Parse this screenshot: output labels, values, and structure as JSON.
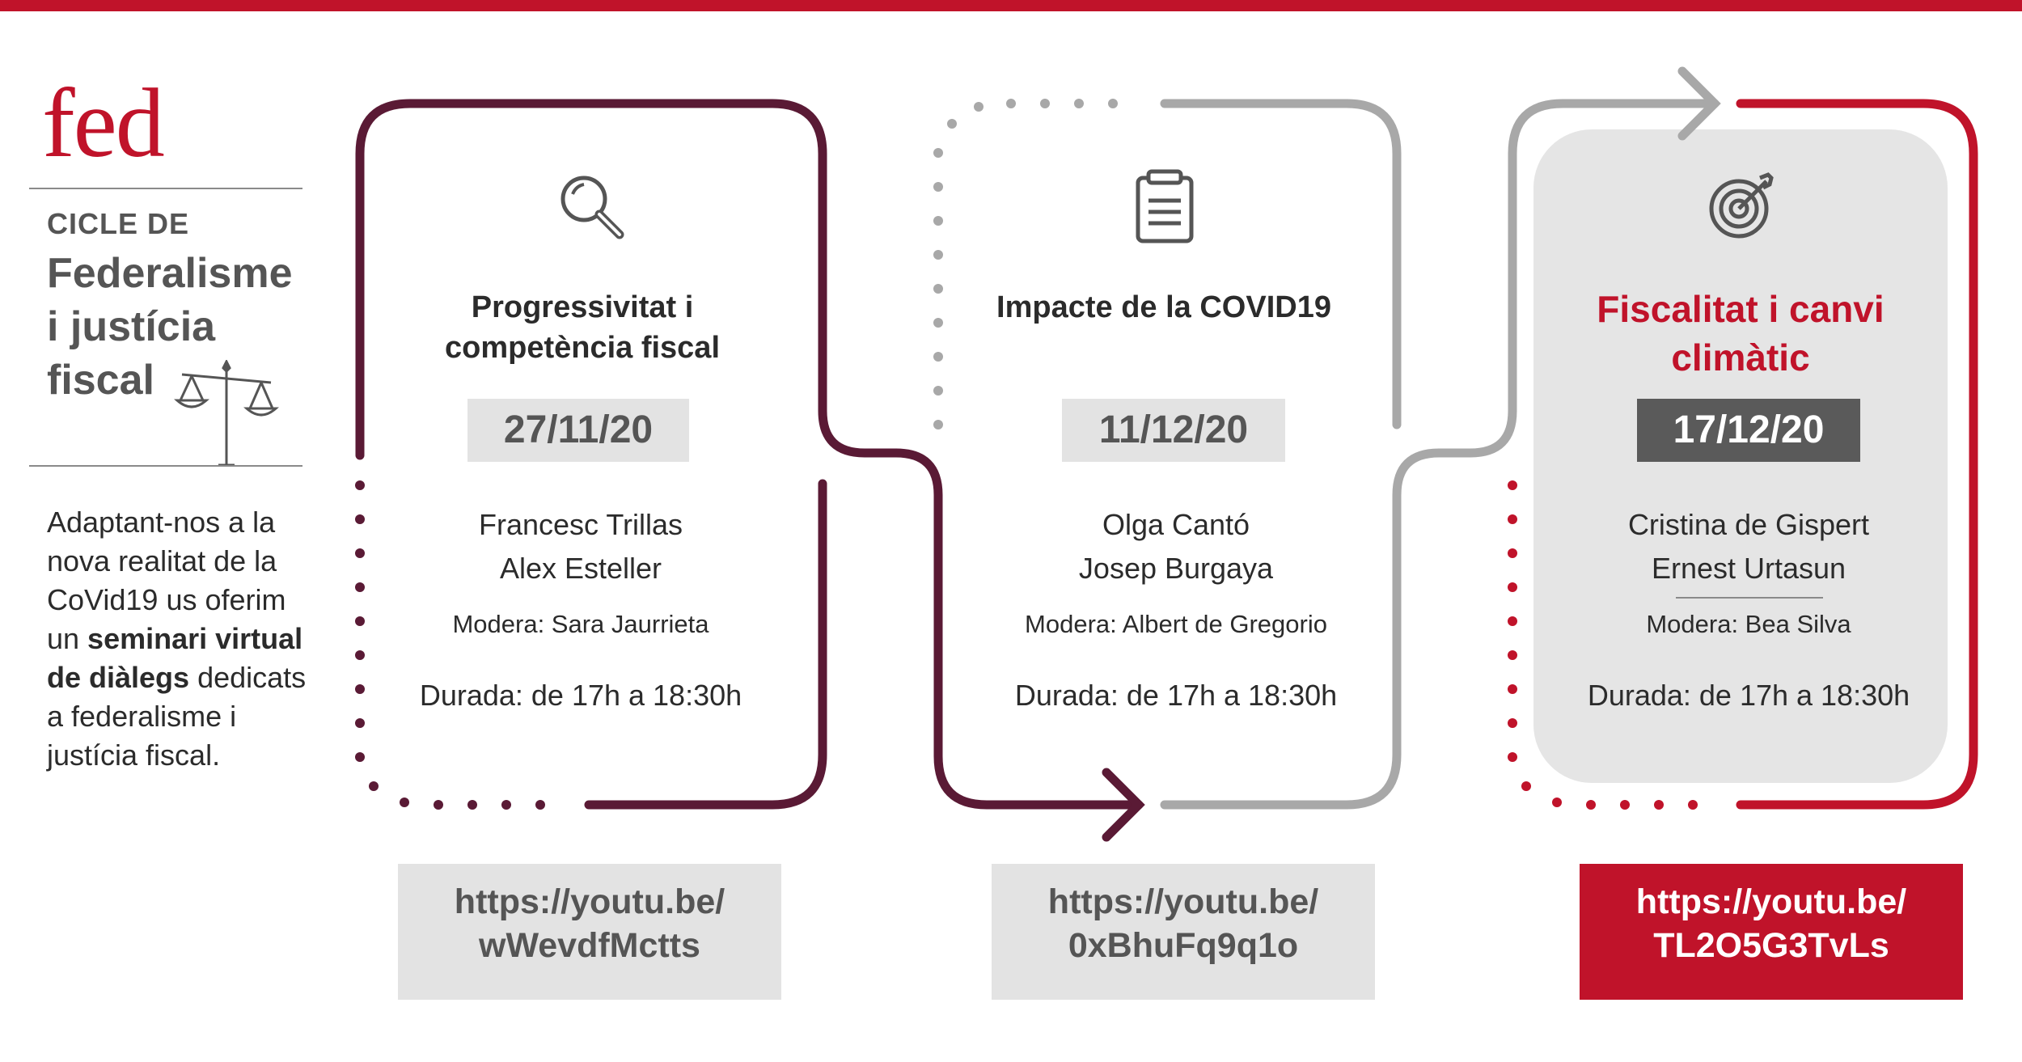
{
  "brand": {
    "logo": "fed",
    "accent": "#c0132a",
    "dark": "#5a1a35",
    "grey": "#a8a8a8"
  },
  "cycle": {
    "prefix": "CICLE DE",
    "title": "Federalisme i justícia fiscal",
    "scale_icon": "balance-scale-icon"
  },
  "intro": {
    "line1": "Adaptant-nos a la nova realitat de la CoVid19 us oferim un ",
    "bold": "seminari virtual de diàlegs",
    "line2": " dedicats a federalisme i justícia fiscal."
  },
  "sessions": [
    {
      "icon": "magnifier-icon",
      "title": "Progressivitat i competència fiscal",
      "date": "27/11/20",
      "speaker1": "Francesc Trillas",
      "speaker2": "Alex Esteller",
      "moderator": "Modera: Sara Jaurrieta",
      "duration": "Durada: de 17h a 18:30h",
      "link1": "https://youtu.be/",
      "link2": "wWevdfMctts"
    },
    {
      "icon": "clipboard-icon",
      "title": "Impacte de la COVID19",
      "date": "11/12/20",
      "speaker1": "Olga Cantó",
      "speaker2": "Josep Burgaya",
      "moderator": "Modera: Albert de Gregorio",
      "duration": "Durada: de 17h a 18:30h",
      "link1": "https://youtu.be/",
      "link2": "0xBhuFq9q1o"
    },
    {
      "icon": "target-icon",
      "title": "Fiscalitat i canvi climàtic",
      "date": "17/12/20",
      "speaker1": "Cristina de Gispert",
      "speaker2": "Ernest Urtasun",
      "moderator": "Modera: Bea Silva",
      "duration": "Durada: de 17h a 18:30h",
      "link1": "https://youtu.be/",
      "link2": "TL2O5G3TvLs"
    }
  ]
}
